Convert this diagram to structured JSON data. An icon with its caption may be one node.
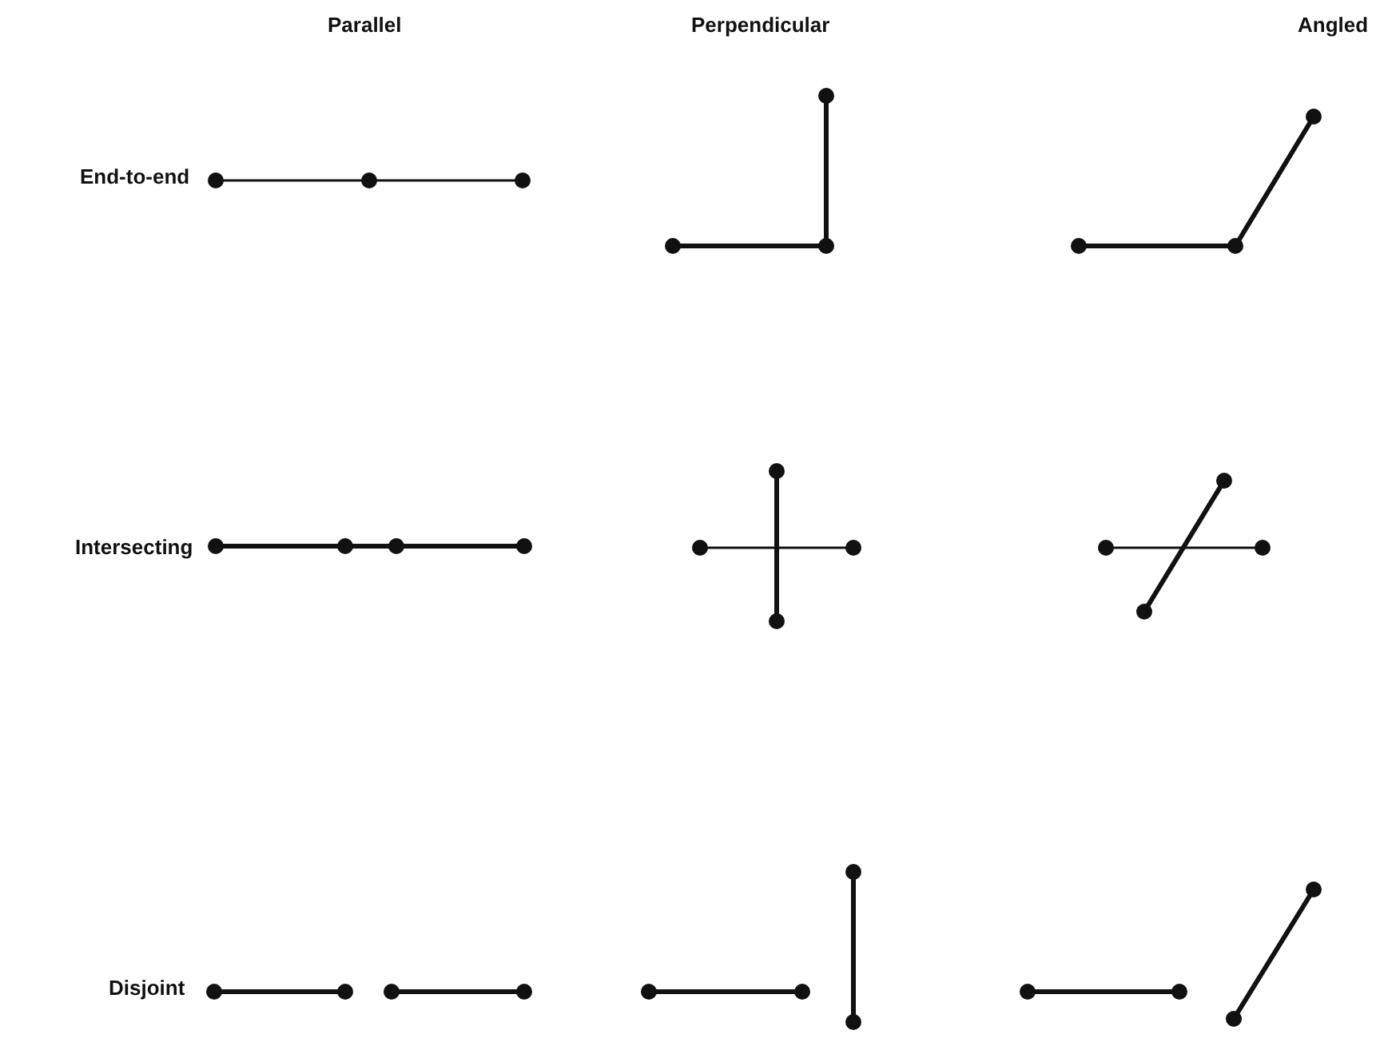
{
  "diagram": {
    "labels": [
      "Parallel",
      "Perpendicular",
      "Angled",
      "End-to-end",
      "Intersecting",
      "Disjoint"
    ]
  }
}
